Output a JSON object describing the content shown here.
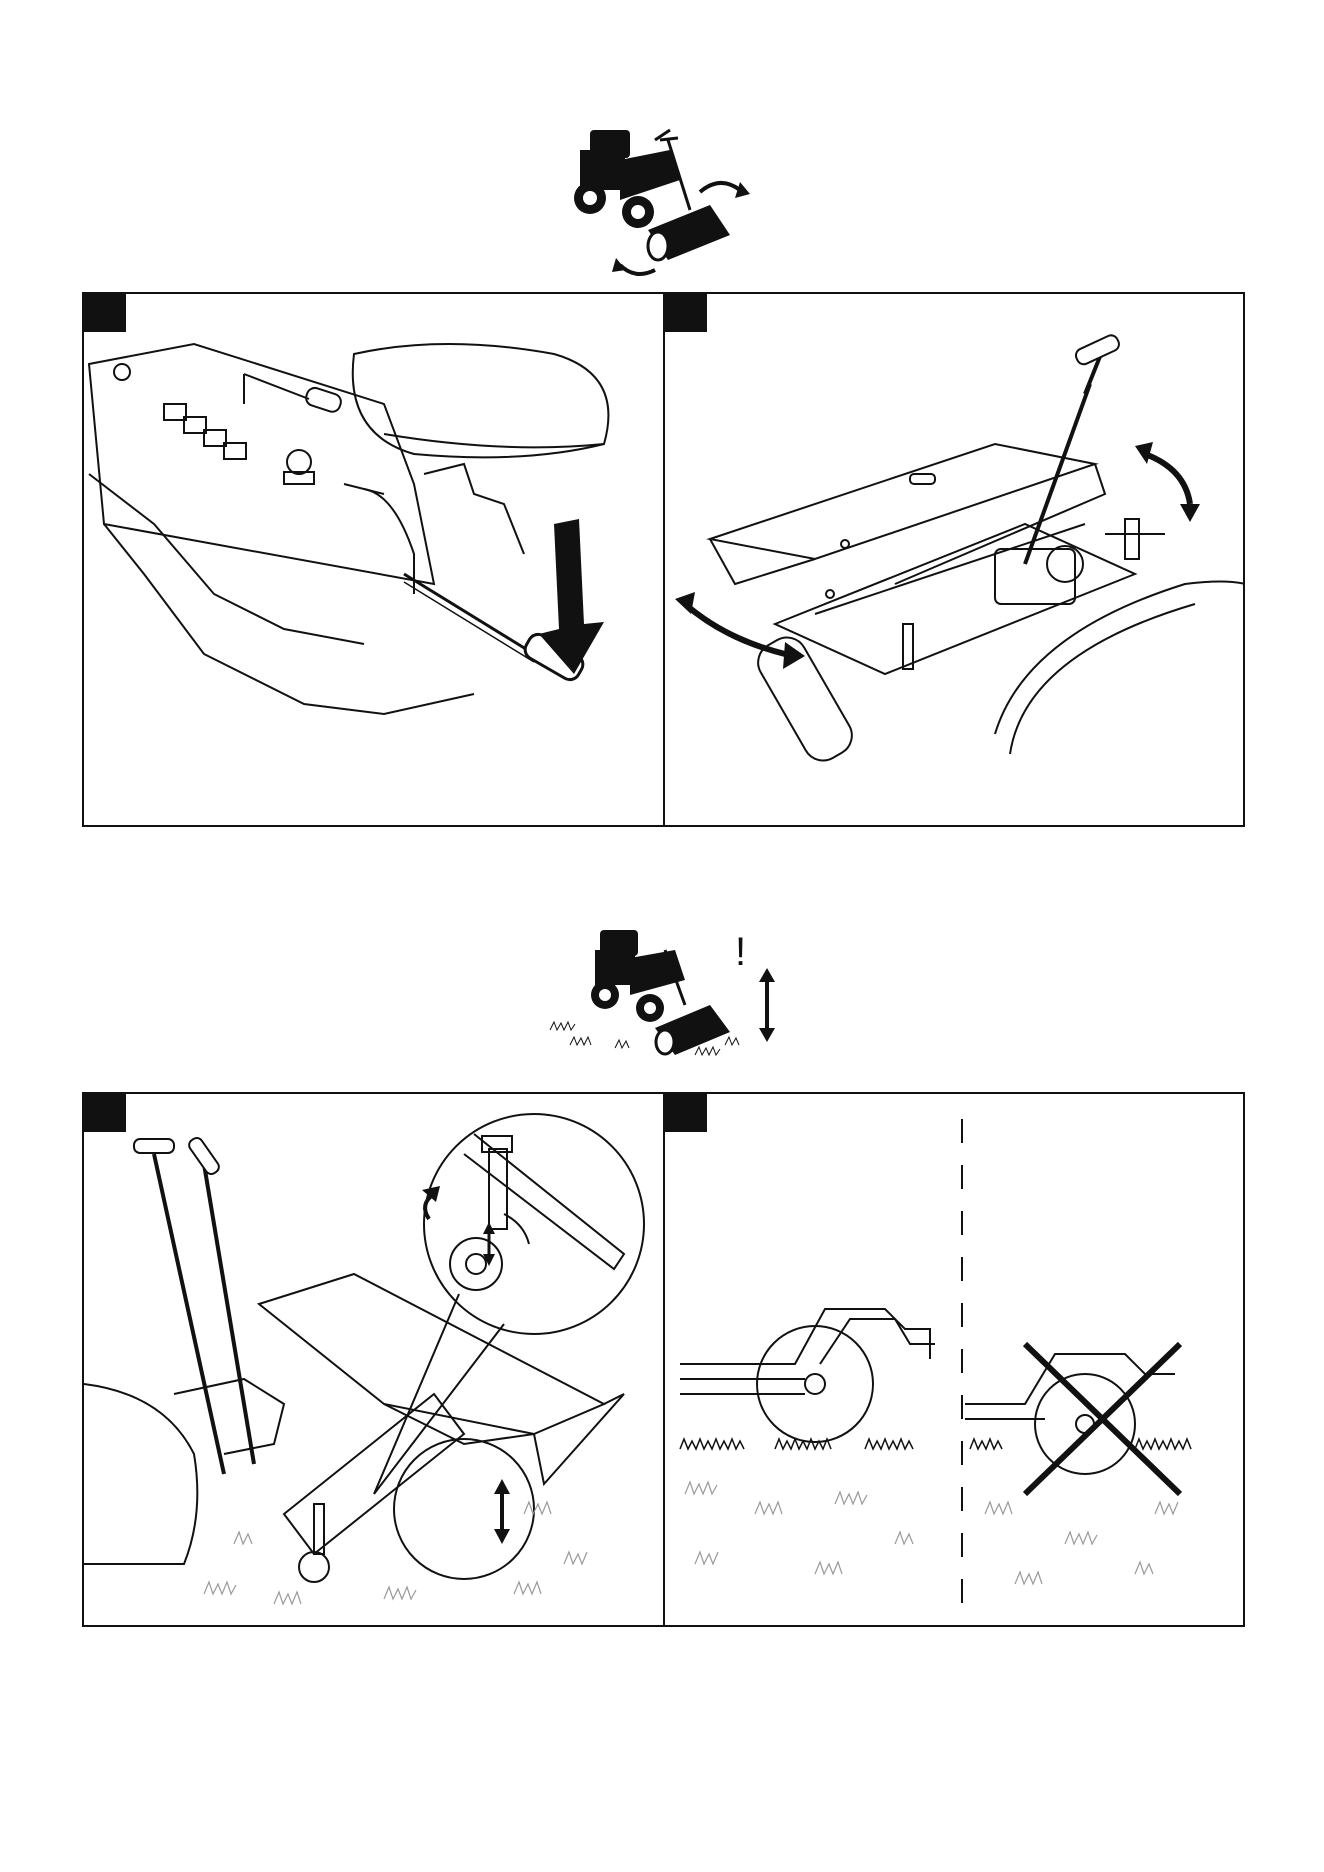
{
  "figures": [
    {
      "id": "1",
      "subject": "lever-engagement"
    },
    {
      "id": "2",
      "subject": "brush-unit-tilt"
    },
    {
      "id": "3",
      "subject": "height-wheel-adjust"
    },
    {
      "id": "4",
      "subject": "correct-vs-incorrect-height"
    }
  ],
  "symbols": {
    "warning_mark": "!",
    "colors": {
      "line": "#111111",
      "fill": "#111111",
      "grass": "#9a9a9a"
    }
  }
}
